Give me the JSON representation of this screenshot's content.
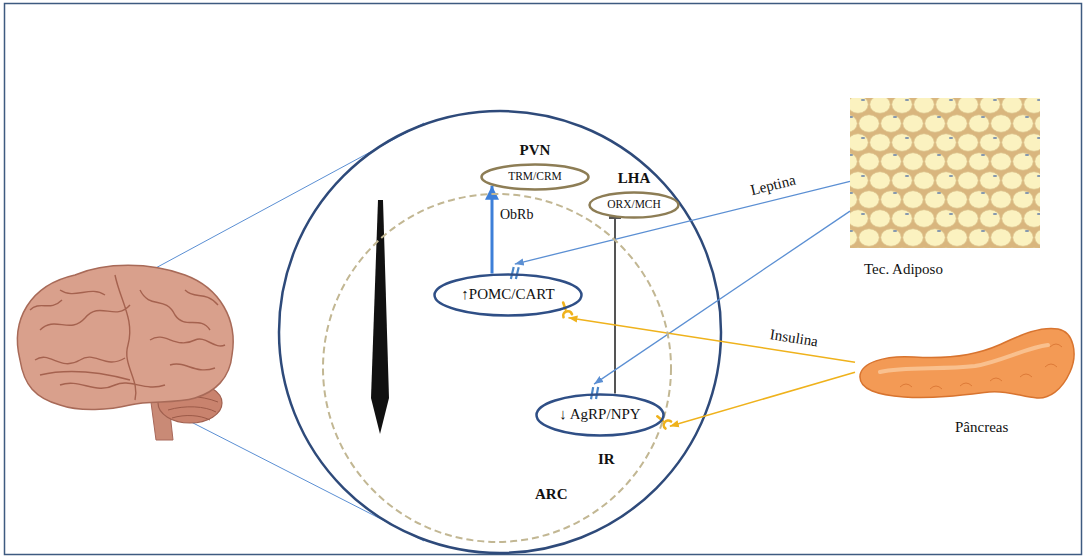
{
  "diagram": {
    "nodes": [
      {
        "text": [
          "PVN",
          "TRM/CRM"
        ]
      },
      {
        "text": [
          "LHA",
          "ORX/MCH"
        ]
      },
      {
        "text": [
          "Tec. Adiposo"
        ]
      },
      {
        "text": [
          "ARC"
        ]
      },
      {
        "text": [
          "↑POMC/CART"
        ],
        "in": 3
      },
      {
        "text": [
          "↓ AgRP/NPY"
        ],
        "in": 3
      },
      {
        "text": [
          "Pâncreas"
        ]
      }
    ],
    "edges": [
      {
        "from": 4,
        "to": 0,
        "arrow": "to"
      },
      {
        "from": 5,
        "to": 1,
        "arrow": "to"
      },
      {
        "from": 2,
        "to": 4,
        "label": "Leptina",
        "arrow": "to"
      },
      {
        "from": 2,
        "to": 5,
        "arrow": "to"
      },
      {
        "from": 6,
        "to": 4,
        "label": "Insulina",
        "arrow": "to"
      },
      {
        "from": 6,
        "to": 5,
        "arrow": "to"
      }
    ],
    "labels": [
      "ObRb",
      "IR"
    ]
  }
}
